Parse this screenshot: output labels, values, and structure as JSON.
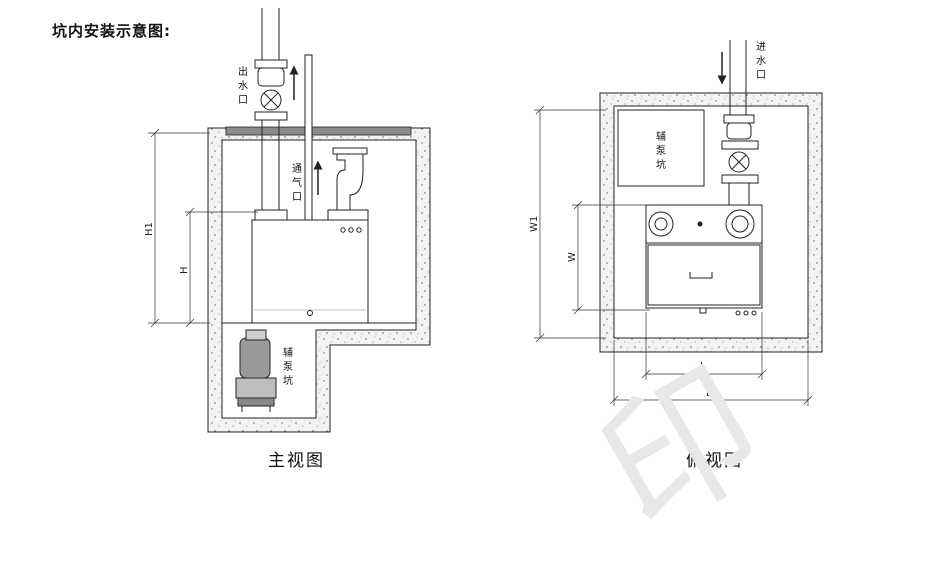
{
  "title": "坑内安装示意图:",
  "watermark": "印",
  "front_view": {
    "caption": "主视图",
    "outlet_label": [
      "出",
      "水",
      "口"
    ],
    "vent_label": [
      "通",
      "气",
      "口"
    ],
    "pit_label": [
      "辅",
      "泵",
      "坑"
    ],
    "dim_h1": "H1",
    "dim_h": "H"
  },
  "top_view": {
    "caption": "俯视图",
    "inlet_label": [
      "进",
      "水",
      "口"
    ],
    "pit_label": [
      "辅",
      "泵",
      "坑"
    ],
    "dim_w1": "W1",
    "dim_w": "W",
    "dim_l": "L",
    "dim_l1": "L1"
  },
  "colors": {
    "line": "#222222",
    "concrete": "#f2f2f2",
    "lid": "#8a8a8a"
  }
}
